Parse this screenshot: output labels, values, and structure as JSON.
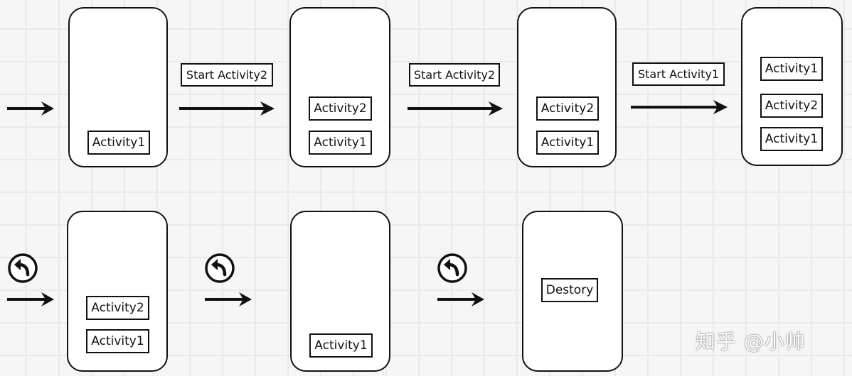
{
  "rows": {
    "launch": {
      "stacks": [
        {
          "activities": [
            "Activity1"
          ]
        },
        {
          "activities": [
            "Activity2",
            "Activity1"
          ]
        },
        {
          "activities": [
            "Activity2",
            "Activity1"
          ]
        },
        {
          "activities": [
            "Activity1",
            "Activity2",
            "Activity1"
          ]
        }
      ],
      "transitions": [
        "Start Activity2",
        "Start Activity2",
        "Start Activity1"
      ]
    },
    "back": {
      "stacks": [
        {
          "activities": [
            "Activity2",
            "Activity1"
          ]
        },
        {
          "activities": [
            "Activity1"
          ]
        },
        {
          "activities": [
            "Destory"
          ]
        }
      ]
    }
  },
  "watermark": "知乎 @小帅",
  "icons": {
    "arrow": "right-arrow-icon",
    "back": "back-arrow-icon"
  }
}
